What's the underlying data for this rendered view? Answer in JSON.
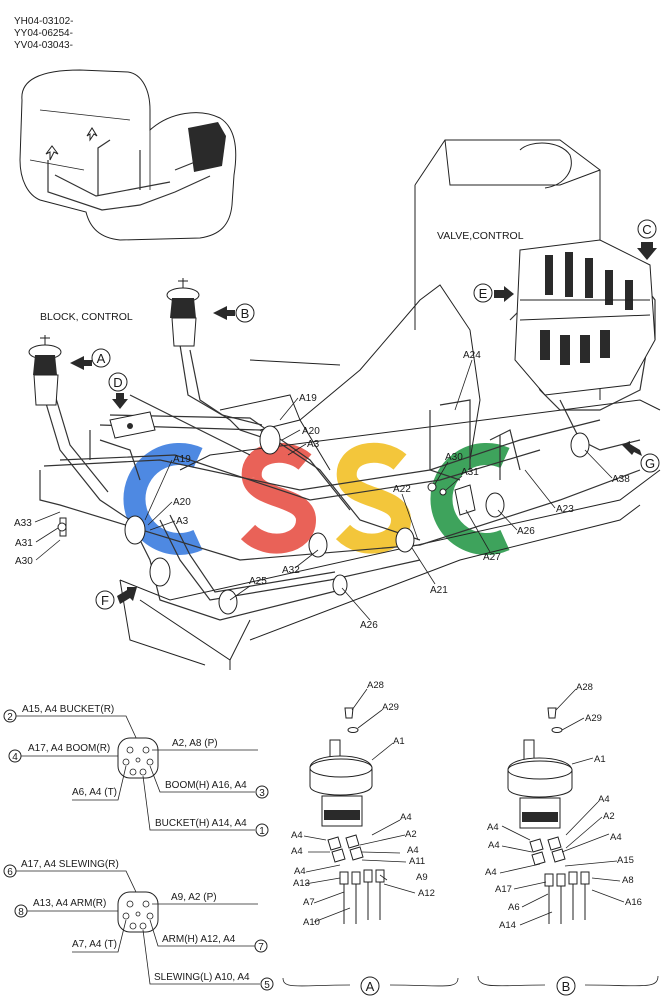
{
  "serials": [
    "YH04-03102-",
    "YY04-06254-",
    "YV04-03043-"
  ],
  "titles": {
    "valve_control": "VALVE,CONTROL",
    "block_control": "BLOCK, CONTROL"
  },
  "view_markers": [
    "A",
    "B",
    "C",
    "D",
    "E",
    "F",
    "G"
  ],
  "main_labels": {
    "a19_top": "A19",
    "a20_top": "A20",
    "a3_top": "A3",
    "a19_mid": "A19",
    "a20_mid": "A20",
    "a3_mid": "A3",
    "a24": "A24",
    "a30_right": "A30",
    "a31_right": "A31",
    "a22": "A22",
    "a23": "A23",
    "a38": "A38",
    "a26_right": "A26",
    "a27": "A27",
    "a21": "A21",
    "a32": "A32",
    "a25": "A25",
    "a26_bottom": "A26",
    "a33": "A33",
    "a31_left": "A31",
    "a30_left": "A30"
  },
  "watermark": [
    "C",
    "S",
    "S",
    "C"
  ],
  "watermark_colors": [
    "#3f7fe0",
    "#e8554a",
    "#f2c22b",
    "#2e9c4f"
  ],
  "port_diagram_1": {
    "top_left": {
      "num": "2",
      "text": "A15, A4  BUCKET(R)"
    },
    "mid_left": {
      "num": "4",
      "text": "A17, A4  BOOM(R)"
    },
    "right_p": "A2, A8 (P)",
    "left_t": "A6, A4 (T)",
    "boom_h": {
      "num": "3",
      "text": "BOOM(H)  A16, A4"
    },
    "bucket_h": {
      "num": "1",
      "text": "BUCKET(H)  A14, A4"
    }
  },
  "port_diagram_2": {
    "top_left": {
      "num": "6",
      "text": "A17, A4  SLEWING(R)"
    },
    "mid_left": {
      "num": "8",
      "text": "A13, A4  ARM(R)"
    },
    "right_p": "A9, A2 (P)",
    "left_t": "A7, A4 (T)",
    "arm_h": {
      "num": "7",
      "text": "ARM(H)  A12, A4"
    },
    "slewing_l": {
      "num": "5",
      "text": "SLEWING(L)  A10, A4"
    }
  },
  "exploded_a": {
    "a28": "A28",
    "a29": "A29",
    "a1": "A1",
    "a4_r1": "A4",
    "a4_l1": "A4",
    "a2": "A2",
    "a4_l2": "A4",
    "a4_r2": "A4",
    "a4_l3": "A4",
    "a11": "A11",
    "a13": "A13",
    "a9": "A9",
    "a7": "A7",
    "a12": "A12",
    "a10": "A10",
    "view": "A"
  },
  "exploded_b": {
    "a28": "A28",
    "a29": "A29",
    "a1": "A1",
    "a4_r1": "A4",
    "a4_l1": "A4",
    "a2": "A2",
    "a4_l2": "A4",
    "a4_r2": "A4",
    "a4_l3": "A4",
    "a15": "A15",
    "a17": "A17",
    "a8": "A8",
    "a6": "A6",
    "a16": "A16",
    "a14": "A14",
    "view": "B"
  }
}
